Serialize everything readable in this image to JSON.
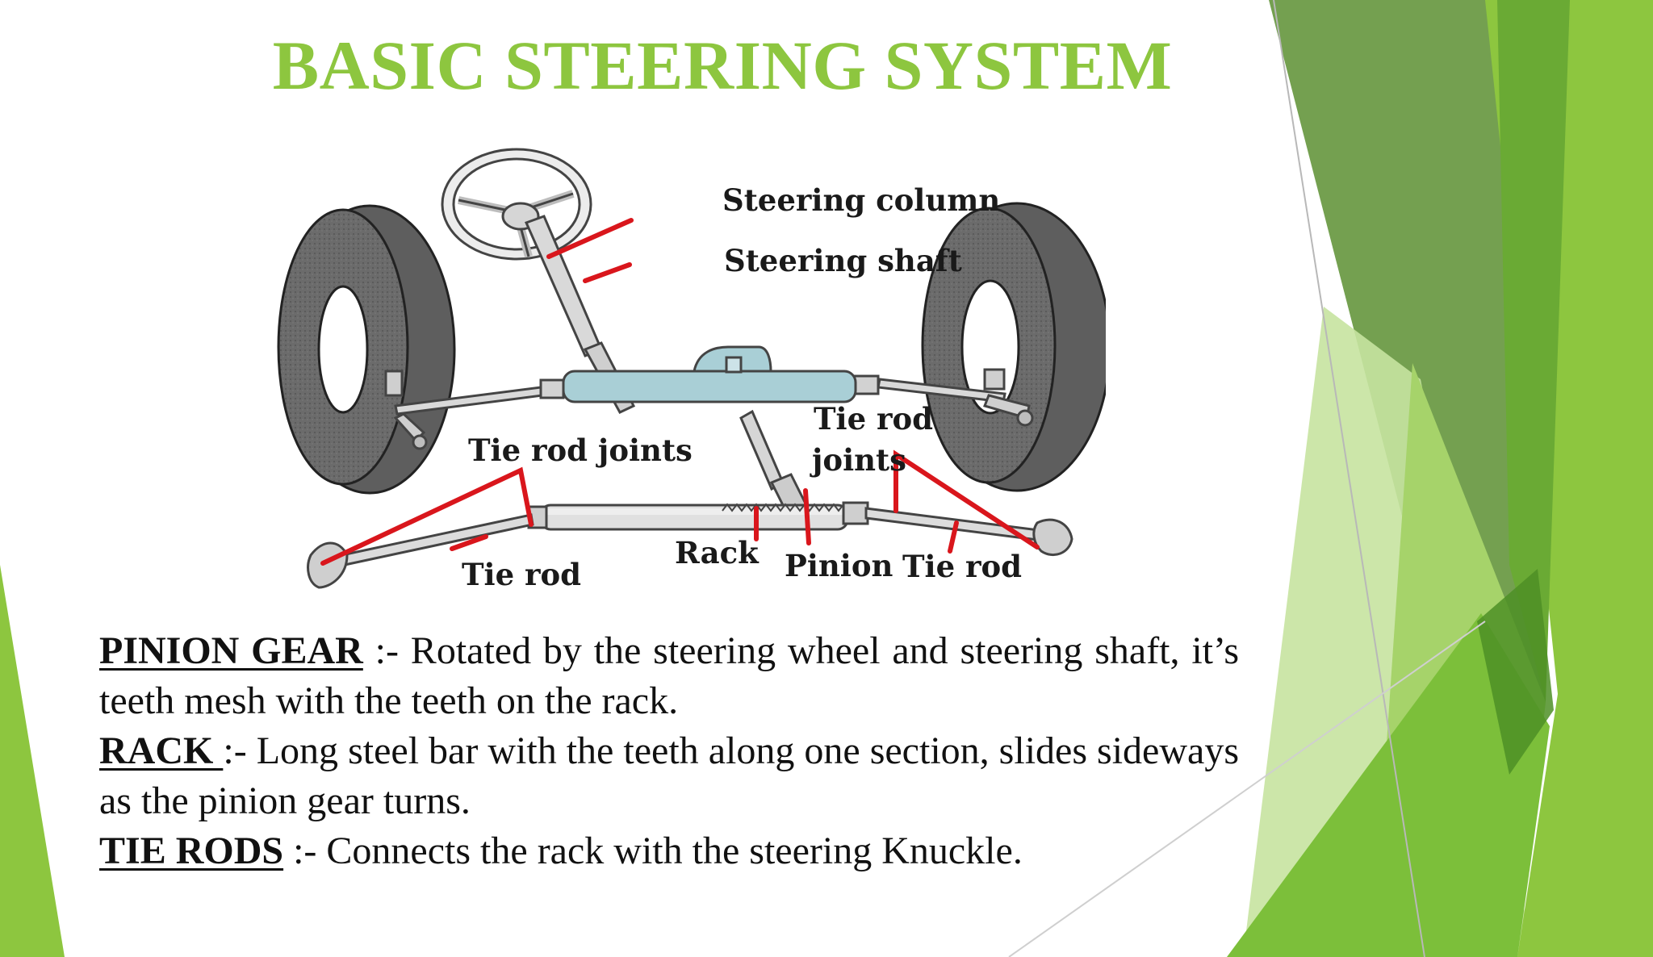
{
  "slide": {
    "title": "BASIC STEERING SYSTEM",
    "title_color": "#8dc63f"
  },
  "diagram": {
    "labels": {
      "steering_column": "Steering column",
      "steering_shaft": "Steering shaft",
      "tie_rod_joints_left": "Tie rod joints",
      "tie_rod_joints_right_line1": "Tie rod",
      "tie_rod_joints_right_line2": "joints",
      "rack": "Rack",
      "pinion": "Pinion",
      "tie_rod_left": "Tie rod",
      "tie_rod_right": "Tie rod"
    },
    "pointer_color": "#d9161c",
    "housing_color": "#a9cfd6"
  },
  "definitions": [
    {
      "term": "PINION GEAR",
      "separator": " :- ",
      "text": "Rotated by the steering wheel  and steering shaft, it’s teeth mesh with the teeth on the rack."
    },
    {
      "term": "RACK ",
      "separator": ":- ",
      "text": "Long steel bar with the teeth along one section, slides sideways as the pinion gear turns."
    },
    {
      "term": "TIE RODS",
      "separator": " :- ",
      "text": "Connects the rack with the steering Knuckle."
    }
  ],
  "theme": {
    "accent_light": "#8dc63f",
    "accent_dark": "#5a9a2a",
    "accent_muted": "#74a050"
  }
}
